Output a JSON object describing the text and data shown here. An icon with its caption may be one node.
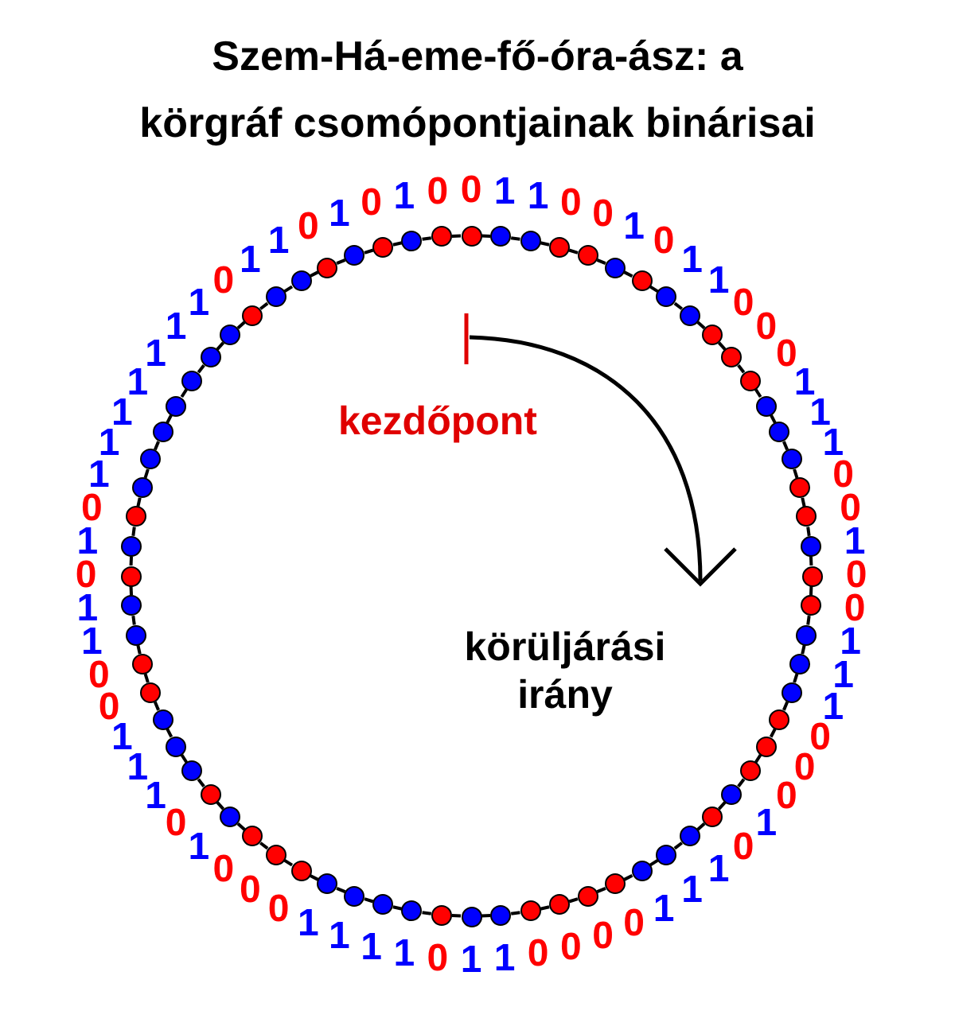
{
  "diagram": {
    "title": "Szem-Há-eme-fő-óra-ász: a körgráf csomópontjainak binárisai",
    "nodes": [
      {
        "text": [],
        "shape": "circle",
        "beside": [
          "0"
        ]
      },
      {
        "text": [],
        "shape": "circle",
        "beside": [
          "1"
        ]
      },
      {
        "text": [],
        "shape": "circle",
        "beside": [
          "1"
        ]
      },
      {
        "text": [],
        "shape": "circle",
        "beside": [
          "0"
        ]
      },
      {
        "text": [],
        "shape": "circle",
        "beside": [
          "0"
        ]
      },
      {
        "text": [],
        "shape": "circle",
        "beside": [
          "1"
        ]
      },
      {
        "text": [],
        "shape": "circle",
        "beside": [
          "0"
        ]
      },
      {
        "text": [],
        "shape": "circle",
        "beside": [
          "1"
        ]
      },
      {
        "text": [],
        "shape": "circle",
        "beside": [
          "1"
        ]
      },
      {
        "text": [],
        "shape": "circle",
        "beside": [
          "0"
        ]
      },
      {
        "text": [],
        "shape": "circle",
        "beside": [
          "0"
        ]
      },
      {
        "text": [],
        "shape": "circle",
        "beside": [
          "0"
        ]
      },
      {
        "text": [],
        "shape": "circle",
        "beside": [
          "1"
        ]
      },
      {
        "text": [],
        "shape": "circle",
        "beside": [
          "1"
        ]
      },
      {
        "text": [],
        "shape": "circle",
        "beside": [
          "1"
        ]
      },
      {
        "text": [],
        "shape": "circle",
        "beside": [
          "0"
        ]
      },
      {
        "text": [],
        "shape": "circle",
        "beside": [
          "0"
        ]
      },
      {
        "text": [],
        "shape": "circle",
        "beside": [
          "1"
        ]
      },
      {
        "text": [],
        "shape": "circle",
        "beside": [
          "0"
        ]
      },
      {
        "text": [],
        "shape": "circle",
        "beside": [
          "0"
        ]
      },
      {
        "text": [],
        "shape": "circle",
        "beside": [
          "1"
        ]
      },
      {
        "text": [],
        "shape": "circle",
        "beside": [
          "1"
        ]
      },
      {
        "text": [],
        "shape": "circle",
        "beside": [
          "1"
        ]
      },
      {
        "text": [],
        "shape": "circle",
        "beside": [
          "0"
        ]
      },
      {
        "text": [],
        "shape": "circle",
        "beside": [
          "0"
        ]
      },
      {
        "text": [],
        "shape": "circle",
        "beside": [
          "0"
        ]
      },
      {
        "text": [],
        "shape": "circle",
        "beside": [
          "1"
        ]
      },
      {
        "text": [],
        "shape": "circle",
        "beside": [
          "0"
        ]
      },
      {
        "text": [],
        "shape": "circle",
        "beside": [
          "1"
        ]
      },
      {
        "text": [],
        "shape": "circle",
        "beside": [
          "1"
        ]
      },
      {
        "text": [],
        "shape": "circle",
        "beside": [
          "1"
        ]
      },
      {
        "text": [],
        "shape": "circle",
        "beside": [
          "0"
        ]
      },
      {
        "text": [],
        "shape": "circle",
        "beside": [
          "0"
        ]
      },
      {
        "text": [],
        "shape": "circle",
        "beside": [
          "0"
        ]
      },
      {
        "text": [],
        "shape": "circle",
        "beside": [
          "0"
        ]
      },
      {
        "text": [],
        "shape": "circle",
        "beside": [
          "1"
        ]
      },
      {
        "text": [],
        "shape": "circle",
        "beside": [
          "1"
        ]
      },
      {
        "text": [],
        "shape": "circle",
        "beside": [
          "0"
        ]
      },
      {
        "text": [],
        "shape": "circle",
        "beside": [
          "1"
        ]
      },
      {
        "text": [],
        "shape": "circle",
        "beside": [
          "1"
        ]
      },
      {
        "text": [],
        "shape": "circle",
        "beside": [
          "1"
        ]
      },
      {
        "text": [],
        "shape": "circle",
        "beside": [
          "1"
        ]
      },
      {
        "text": [],
        "shape": "circle",
        "beside": [
          "0"
        ]
      },
      {
        "text": [],
        "shape": "circle",
        "beside": [
          "0"
        ]
      },
      {
        "text": [],
        "shape": "circle",
        "beside": [
          "0"
        ]
      },
      {
        "text": [],
        "shape": "circle",
        "beside": [
          "1"
        ]
      },
      {
        "text": [],
        "shape": "circle",
        "beside": [
          "0"
        ]
      },
      {
        "text": [],
        "shape": "circle",
        "beside": [
          "1"
        ]
      },
      {
        "text": [],
        "shape": "circle",
        "beside": [
          "1"
        ]
      },
      {
        "text": [],
        "shape": "circle",
        "beside": [
          "1"
        ]
      },
      {
        "text": [],
        "shape": "circle",
        "beside": [
          "0"
        ]
      },
      {
        "text": [],
        "shape": "circle",
        "beside": [
          "0"
        ]
      },
      {
        "text": [],
        "shape": "circle",
        "beside": [
          "1"
        ]
      },
      {
        "text": [],
        "shape": "circle",
        "beside": [
          "1"
        ]
      },
      {
        "text": [],
        "shape": "circle",
        "beside": [
          "0"
        ]
      },
      {
        "text": [],
        "shape": "circle",
        "beside": [
          "1"
        ]
      },
      {
        "text": [],
        "shape": "circle",
        "beside": [
          "0"
        ]
      },
      {
        "text": [],
        "shape": "circle",
        "beside": [
          "1"
        ]
      },
      {
        "text": [],
        "shape": "circle",
        "beside": [
          "1"
        ]
      },
      {
        "text": [],
        "shape": "circle",
        "beside": [
          "1"
        ]
      },
      {
        "text": [],
        "shape": "circle",
        "beside": [
          "1"
        ]
      },
      {
        "text": [],
        "shape": "circle",
        "beside": [
          "1"
        ]
      },
      {
        "text": [],
        "shape": "circle",
        "beside": [
          "1"
        ]
      },
      {
        "text": [],
        "shape": "circle",
        "beside": [
          "1"
        ]
      },
      {
        "text": [],
        "shape": "circle",
        "beside": [
          "0"
        ]
      },
      {
        "text": [],
        "shape": "circle",
        "beside": [
          "1"
        ]
      },
      {
        "text": [],
        "shape": "circle",
        "beside": [
          "1"
        ]
      },
      {
        "text": [],
        "shape": "circle",
        "beside": [
          "0"
        ]
      },
      {
        "text": [],
        "shape": "circle",
        "beside": [
          "1"
        ]
      },
      {
        "text": [],
        "shape": "circle",
        "beside": [
          "0"
        ]
      },
      {
        "text": [],
        "shape": "circle",
        "beside": [
          "1"
        ]
      },
      {
        "text": [],
        "shape": "circle",
        "beside": [
          "0"
        ]
      }
    ],
    "edges": [
      {
        "from": 0,
        "to": 1,
        "arrow": "none"
      },
      {
        "from": 1,
        "to": 2,
        "arrow": "none"
      },
      {
        "from": 2,
        "to": 3,
        "arrow": "none"
      },
      {
        "from": 3,
        "to": 4,
        "arrow": "none"
      },
      {
        "from": 4,
        "to": 5,
        "arrow": "none"
      },
      {
        "from": 5,
        "to": 6,
        "arrow": "none"
      },
      {
        "from": 6,
        "to": 7,
        "arrow": "none"
      },
      {
        "from": 7,
        "to": 8,
        "arrow": "none"
      },
      {
        "from": 8,
        "to": 9,
        "arrow": "none"
      },
      {
        "from": 9,
        "to": 10,
        "arrow": "none"
      },
      {
        "from": 10,
        "to": 11,
        "arrow": "none"
      },
      {
        "from": 11,
        "to": 12,
        "arrow": "none"
      },
      {
        "from": 12,
        "to": 13,
        "arrow": "none"
      },
      {
        "from": 13,
        "to": 14,
        "arrow": "none"
      },
      {
        "from": 14,
        "to": 15,
        "arrow": "none"
      },
      {
        "from": 15,
        "to": 16,
        "arrow": "none"
      },
      {
        "from": 16,
        "to": 17,
        "arrow": "none"
      },
      {
        "from": 17,
        "to": 18,
        "arrow": "none"
      },
      {
        "from": 18,
        "to": 19,
        "arrow": "none"
      },
      {
        "from": 19,
        "to": 20,
        "arrow": "none"
      },
      {
        "from": 20,
        "to": 21,
        "arrow": "none"
      },
      {
        "from": 21,
        "to": 22,
        "arrow": "none"
      },
      {
        "from": 22,
        "to": 23,
        "arrow": "none"
      },
      {
        "from": 23,
        "to": 24,
        "arrow": "none"
      },
      {
        "from": 24,
        "to": 25,
        "arrow": "none"
      },
      {
        "from": 25,
        "to": 26,
        "arrow": "none"
      },
      {
        "from": 26,
        "to": 27,
        "arrow": "none"
      },
      {
        "from": 27,
        "to": 28,
        "arrow": "none"
      },
      {
        "from": 28,
        "to": 29,
        "arrow": "none"
      },
      {
        "from": 29,
        "to": 30,
        "arrow": "none"
      },
      {
        "from": 30,
        "to": 31,
        "arrow": "none"
      },
      {
        "from": 31,
        "to": 32,
        "arrow": "none"
      },
      {
        "from": 32,
        "to": 33,
        "arrow": "none"
      },
      {
        "from": 33,
        "to": 34,
        "arrow": "none"
      },
      {
        "from": 34,
        "to": 35,
        "arrow": "none"
      },
      {
        "from": 35,
        "to": 36,
        "arrow": "none"
      },
      {
        "from": 36,
        "to": 37,
        "arrow": "none"
      },
      {
        "from": 37,
        "to": 38,
        "arrow": "none"
      },
      {
        "from": 38,
        "to": 39,
        "arrow": "none"
      },
      {
        "from": 39,
        "to": 40,
        "arrow": "none"
      },
      {
        "from": 40,
        "to": 41,
        "arrow": "none"
      },
      {
        "from": 41,
        "to": 42,
        "arrow": "none"
      },
      {
        "from": 42,
        "to": 43,
        "arrow": "none"
      },
      {
        "from": 43,
        "to": 44,
        "arrow": "none"
      },
      {
        "from": 44,
        "to": 45,
        "arrow": "none"
      },
      {
        "from": 45,
        "to": 46,
        "arrow": "none"
      },
      {
        "from": 46,
        "to": 47,
        "arrow": "none"
      },
      {
        "from": 47,
        "to": 48,
        "arrow": "none"
      },
      {
        "from": 48,
        "to": 49,
        "arrow": "none"
      },
      {
        "from": 49,
        "to": 50,
        "arrow": "none"
      },
      {
        "from": 50,
        "to": 51,
        "arrow": "none"
      },
      {
        "from": 51,
        "to": 52,
        "arrow": "none"
      },
      {
        "from": 52,
        "to": 53,
        "arrow": "none"
      },
      {
        "from": 53,
        "to": 54,
        "arrow": "none"
      },
      {
        "from": 54,
        "to": 55,
        "arrow": "none"
      },
      {
        "from": 55,
        "to": 56,
        "arrow": "none"
      },
      {
        "from": 56,
        "to": 57,
        "arrow": "none"
      },
      {
        "from": 57,
        "to": 58,
        "arrow": "none"
      },
      {
        "from": 58,
        "to": 59,
        "arrow": "none"
      },
      {
        "from": 59,
        "to": 60,
        "arrow": "none"
      },
      {
        "from": 60,
        "to": 61,
        "arrow": "none"
      },
      {
        "from": 61,
        "to": 62,
        "arrow": "none"
      },
      {
        "from": 62,
        "to": 63,
        "arrow": "none"
      },
      {
        "from": 63,
        "to": 64,
        "arrow": "none"
      },
      {
        "from": 64,
        "to": 65,
        "arrow": "none"
      },
      {
        "from": 65,
        "to": 66,
        "arrow": "none"
      },
      {
        "from": 66,
        "to": 67,
        "arrow": "none"
      },
      {
        "from": 67,
        "to": 68,
        "arrow": "none"
      },
      {
        "from": 68,
        "to": 69,
        "arrow": "none"
      },
      {
        "from": 69,
        "to": 70,
        "arrow": "none"
      },
      {
        "from": 70,
        "to": 71,
        "arrow": "none"
      },
      {
        "from": 71,
        "to": 0,
        "arrow": "none"
      }
    ],
    "labels": [
      "kezdőpont",
      "körüljárási irány"
    ]
  }
}
